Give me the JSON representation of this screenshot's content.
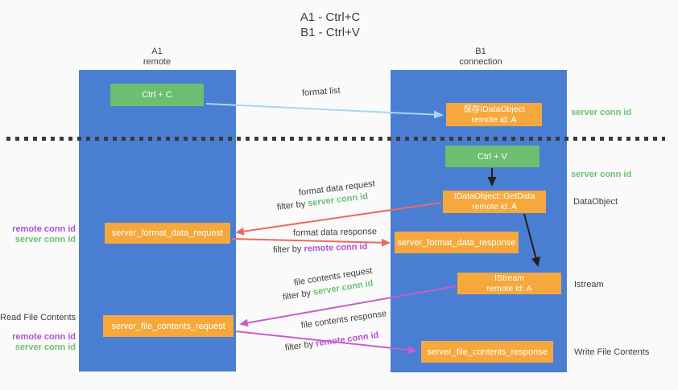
{
  "title": {
    "line1": "A1 - Ctrl+C",
    "line2": "B1 - Ctrl+V"
  },
  "lifelines": {
    "a1": {
      "name": "A1",
      "role": "remote"
    },
    "b1": {
      "name": "B1",
      "role": "connection"
    }
  },
  "nodes": {
    "ctrl_c": {
      "label": "Ctrl + C"
    },
    "save_idataobject": {
      "line1": "保存IDataObject",
      "line2": "remote id: A"
    },
    "ctrl_v": {
      "label": "Ctrl + V"
    },
    "getdata": {
      "line1": "IDataObject::GetData",
      "line2": "remote id: A"
    },
    "server_format_data_request": {
      "label": "server_format_data_request"
    },
    "server_format_data_response": {
      "label": "server_format_data_response"
    },
    "istream": {
      "line1": "IStream",
      "line2": "remote id: A"
    },
    "server_file_contents_request": {
      "label": "server_file_contents_request"
    },
    "server_file_contents_response": {
      "label": "server_file_contents_response"
    }
  },
  "labels": {
    "format_list": "format list",
    "format_data_request": "format data request",
    "format_data_response": "format data response",
    "file_contents_request": "file contents request",
    "file_contents_response": "file contents response",
    "filter_by": "filter by",
    "server_conn_id": "server conn id",
    "remote_conn_id": "remote conn id",
    "dataobject": "DataObject",
    "istream": "Istream",
    "read_file_contents": "Read File Contents",
    "write_file_contents": "Write File Contents"
  },
  "colors": {
    "column_blue": "#4a7ed3",
    "box_green": "#6cbe70",
    "box_orange": "#f6a83d",
    "arrow_red": "#ea6a62",
    "arrow_magenta": "#c75ecb",
    "arrow_lightblue": "#a9d6f2",
    "arrow_black": "#1f1f1f",
    "text_green": "#6cbf71",
    "text_purple": "#b050d0",
    "text_dark": "#3d3d3d"
  }
}
